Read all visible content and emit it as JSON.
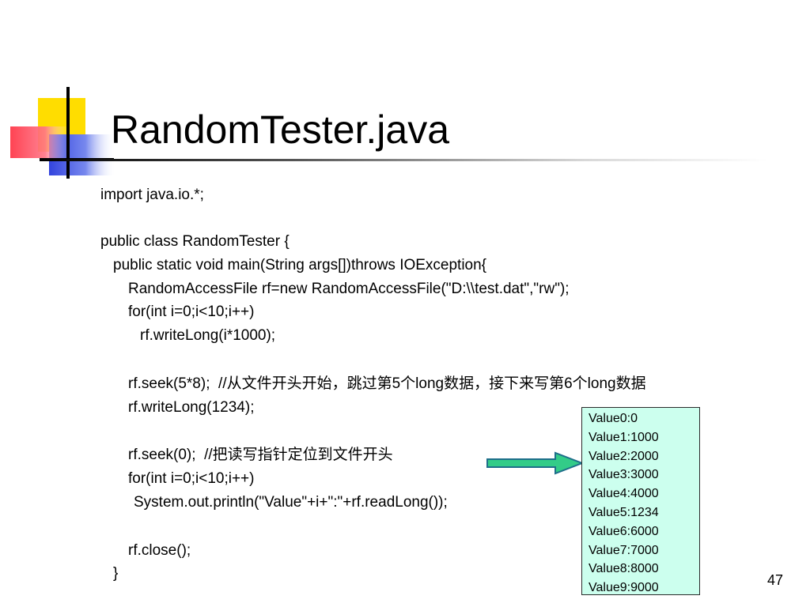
{
  "slide": {
    "title": "RandomTester.java",
    "page_number": "47",
    "colors": {
      "yellow": "#ffdd00",
      "red": "#ff3344",
      "blue": "#3344dd",
      "output_bg": "#ccffee",
      "arrow_fill": "#33cc88"
    }
  },
  "code": {
    "lines": [
      "import java.io.*;",
      "public class RandomTester {",
      "public static void main(String args[])throws IOException{",
      "RandomAccessFile rf=new RandomAccessFile(\"D:\\\\test.dat\",\"rw\");",
      "for(int i=0;i<10;i++)",
      "rf.writeLong(i*1000);",
      "rf.seek(5*8);  //从文件开头开始，跳过第5个long数据，接下来写第6个long数据",
      "rf.writeLong(1234);",
      "rf.seek(0);  //把读写指针定位到文件开头",
      "for(int i=0;i<10;i++)",
      "System.out.println(\"Value\"+i+\":\"+rf.readLong());",
      "rf.close();",
      "}"
    ]
  },
  "output": {
    "lines": [
      "Value0:0",
      "Value1:1000",
      "Value2:2000",
      "Value3:3000",
      "Value4:4000",
      "Value5:1234",
      "Value6:6000",
      "Value7:7000",
      "Value8:8000",
      "Value9:9000"
    ]
  }
}
